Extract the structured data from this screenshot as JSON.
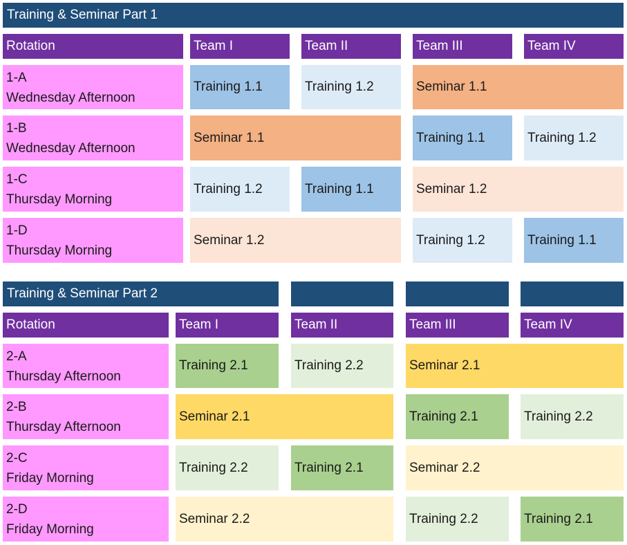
{
  "part1": {
    "title": "Training & Seminar Part 1",
    "headers": {
      "rotation": "Rotation",
      "team1": "Team I",
      "team2": "Team II",
      "team3": "Team III",
      "team4": "Team IV"
    },
    "rows": [
      {
        "code": "1-A",
        "time": "Wednesday Afternoon",
        "a": "Training 1.1",
        "b": "Training 1.2",
        "c": "Seminar 1.1"
      },
      {
        "code": "1-B",
        "time": "Wednesday Afternoon",
        "a": "Seminar 1.1",
        "b": "Training 1.1",
        "c": "Training 1.2"
      },
      {
        "code": "1-C",
        "time": "Thursday Morning",
        "a": "Training 1.2",
        "b": "Training 1.1",
        "c": "Seminar 1.2"
      },
      {
        "code": "1-D",
        "time": "Thursday Morning",
        "a": "Seminar 1.2",
        "b": "Training 1.2",
        "c": "Training 1.1"
      }
    ]
  },
  "part2": {
    "title": "Training & Seminar Part 2",
    "headers": {
      "rotation": "Rotation",
      "team1": "Team I",
      "team2": "Team II",
      "team3": "Team III",
      "team4": "Team IV"
    },
    "rows": [
      {
        "code": "2-A",
        "time": "Thursday Afternoon",
        "a": "Training 2.1",
        "b": "Training 2.2",
        "c": "Seminar 2.1"
      },
      {
        "code": "2-B",
        "time": "Thursday Afternoon",
        "a": "Seminar 2.1",
        "b": "Training 2.1",
        "c": "Training 2.2"
      },
      {
        "code": "2-C",
        "time": "Friday Morning",
        "a": "Training 2.2",
        "b": "Training 2.1",
        "c": "Seminar 2.2"
      },
      {
        "code": "2-D",
        "time": "Friday Morning",
        "a": "Seminar 2.2",
        "b": "Training 2.2",
        "c": "Training 2.1"
      }
    ]
  }
}
